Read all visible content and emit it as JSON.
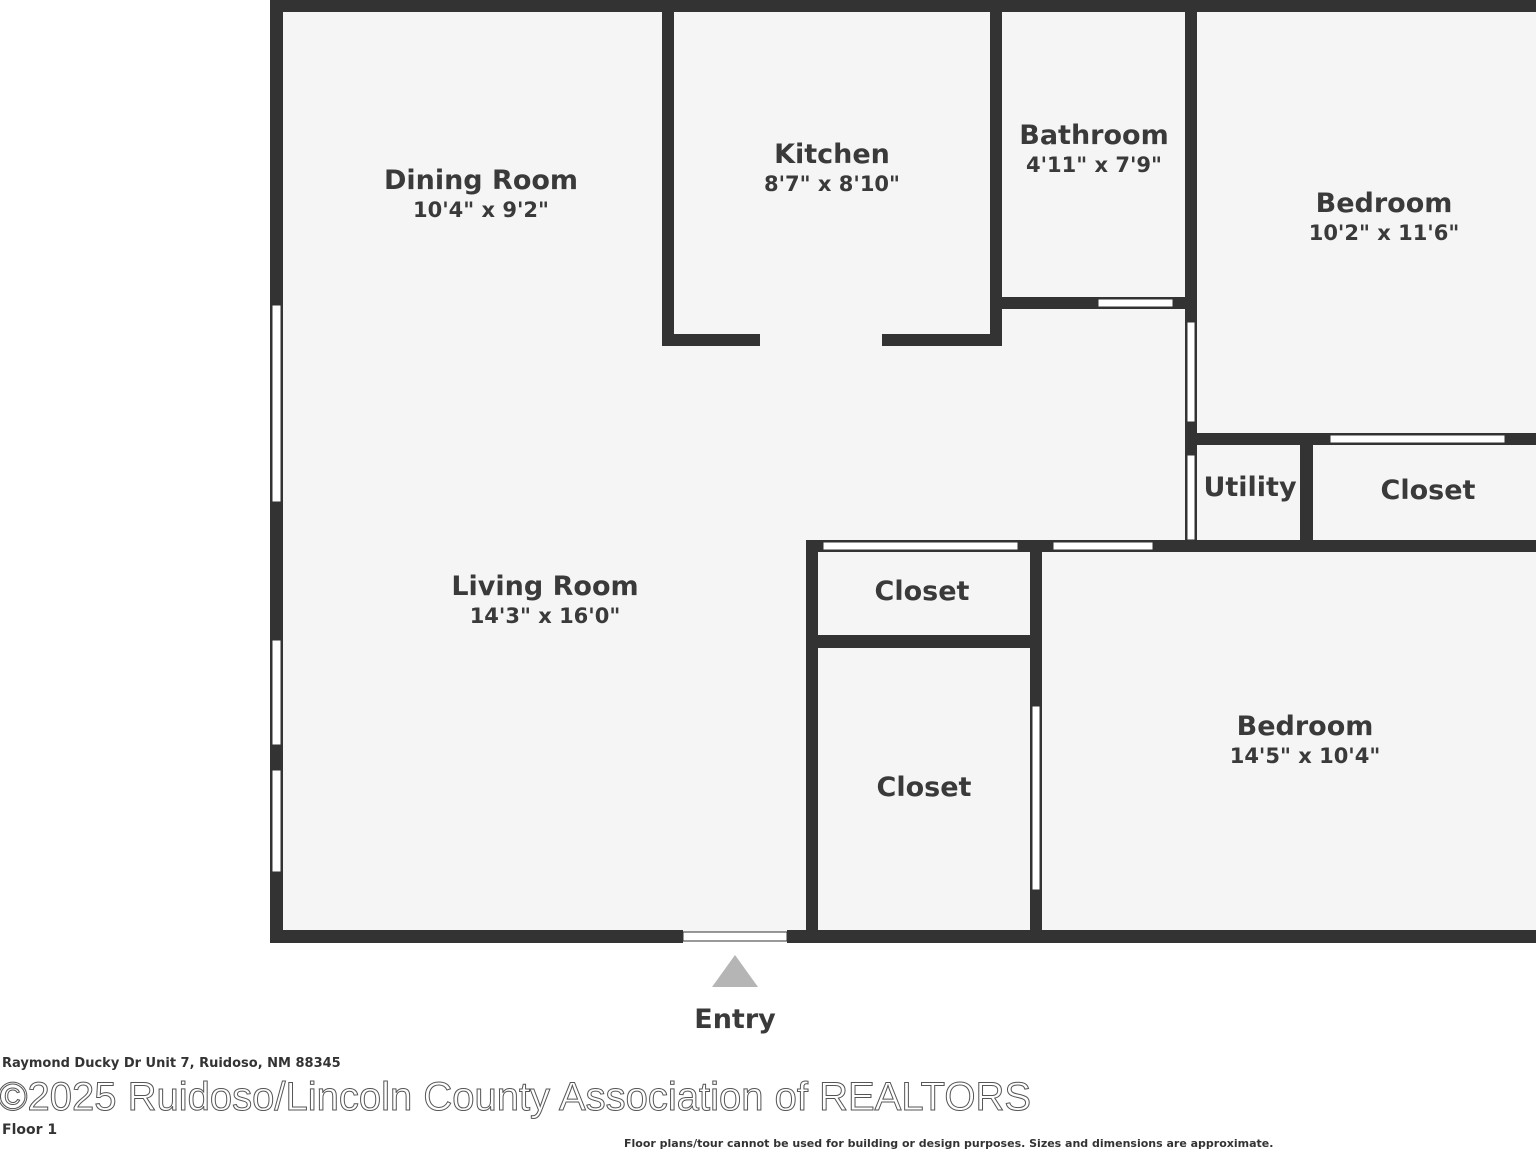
{
  "rooms": [
    {
      "name": "Dining Room",
      "dims": "10'4\" x 9'2\""
    },
    {
      "name": "Kitchen",
      "dims": "8'7\" x 8'10\""
    },
    {
      "name": "Bathroom",
      "dims": "4'11\" x 7'9\""
    },
    {
      "name": "Bedroom",
      "dims": "10'2\" x 11'6\""
    },
    {
      "name": "Utility"
    },
    {
      "name": "Closet"
    },
    {
      "name": "Living Room",
      "dims": "14'3\" x 16'0\""
    },
    {
      "name": "Closet"
    },
    {
      "name": "Closet"
    },
    {
      "name": "Bedroom",
      "dims": "14'5\" x 10'4\""
    }
  ],
  "entry": "Entry",
  "footer": {
    "watermark": "©2025 Ruidoso/Lincoln County Association of REALTORS",
    "address": "Raymond Ducky Dr Unit 7, Ruidoso, NM 88345",
    "floor": "Floor 1",
    "disclaimer": "Floor plans/tour cannot be used for building or design purposes. Sizes and dimensions are approximate."
  },
  "colors": {
    "wall": "#333333",
    "floor": "#f5f5f5",
    "window": "#ffffff"
  }
}
